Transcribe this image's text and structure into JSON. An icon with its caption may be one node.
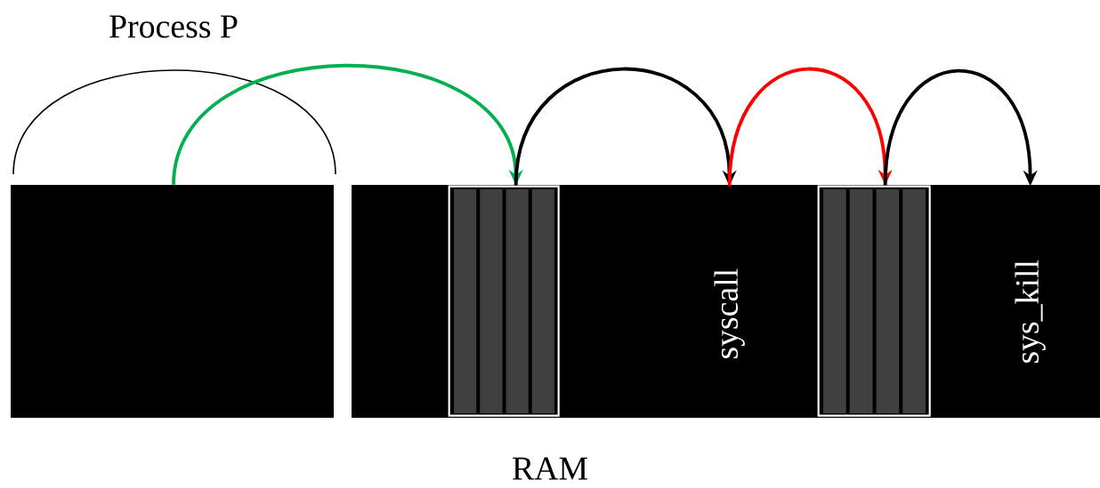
{
  "diagram": {
    "nodes": [
      {
        "text": [],
        "shape": "box"
      },
      {
        "text": [],
        "shape": "box"
      },
      {
        "text": [],
        "shape": "bar",
        "in": 1
      },
      {
        "text": [],
        "shape": "bar",
        "in": 1
      },
      {
        "text": [
          "syscall"
        ],
        "in": 1
      },
      {
        "text": [
          "sys_kill"
        ],
        "in": 1
      }
    ],
    "edges": [
      {
        "from": 0,
        "to": 2,
        "arrow": "to",
        "color": "#00b050"
      },
      {
        "from": 2,
        "to": 4,
        "arrow": "to"
      },
      {
        "from": 4,
        "to": 3,
        "arrow": "to",
        "color": "#ff0000"
      },
      {
        "from": 3,
        "to": 5,
        "arrow": "to"
      }
    ],
    "labels": [
      "Process P",
      "RAM"
    ]
  }
}
